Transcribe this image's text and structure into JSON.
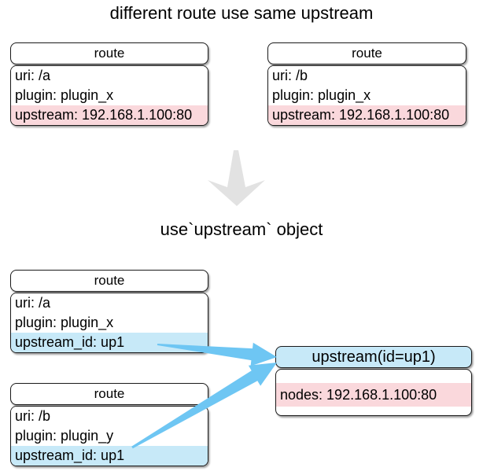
{
  "diagram": {
    "title": "different route use same upstream",
    "transform_label": "use`upstream` object",
    "top_routes": [
      {
        "header": "route",
        "rows": [
          "uri: /a",
          "plugin: plugin_x",
          "upstream: 192.168.1.100:80"
        ],
        "highlight_row": 2,
        "highlight": "pink"
      },
      {
        "header": "route",
        "rows": [
          "uri: /b",
          "plugin: plugin_x",
          "upstream: 192.168.1.100:80"
        ],
        "highlight_row": 2,
        "highlight": "pink"
      }
    ],
    "bottom_routes": [
      {
        "header": "route",
        "rows": [
          "uri: /a",
          "plugin: plugin_x",
          "upstream_id: up1"
        ],
        "highlight_row": 2,
        "highlight": "blue"
      },
      {
        "header": "route",
        "rows": [
          "uri: /b",
          "plugin: plugin_y",
          "upstream_id: up1"
        ],
        "highlight_row": 2,
        "highlight": "blue"
      }
    ],
    "upstream_box": {
      "header": "upstream(id=up1)",
      "rows": [
        "nodes: 192.168.1.100:80"
      ],
      "highlight": "pink"
    },
    "colors": {
      "highlight_pink": "#fad8dc",
      "highlight_blue": "#c7e9f8",
      "arrow_blue": "#6ec6f3",
      "transform_arrow_gray": "#e2e2e2",
      "box_border": "#1a1a1a"
    }
  }
}
